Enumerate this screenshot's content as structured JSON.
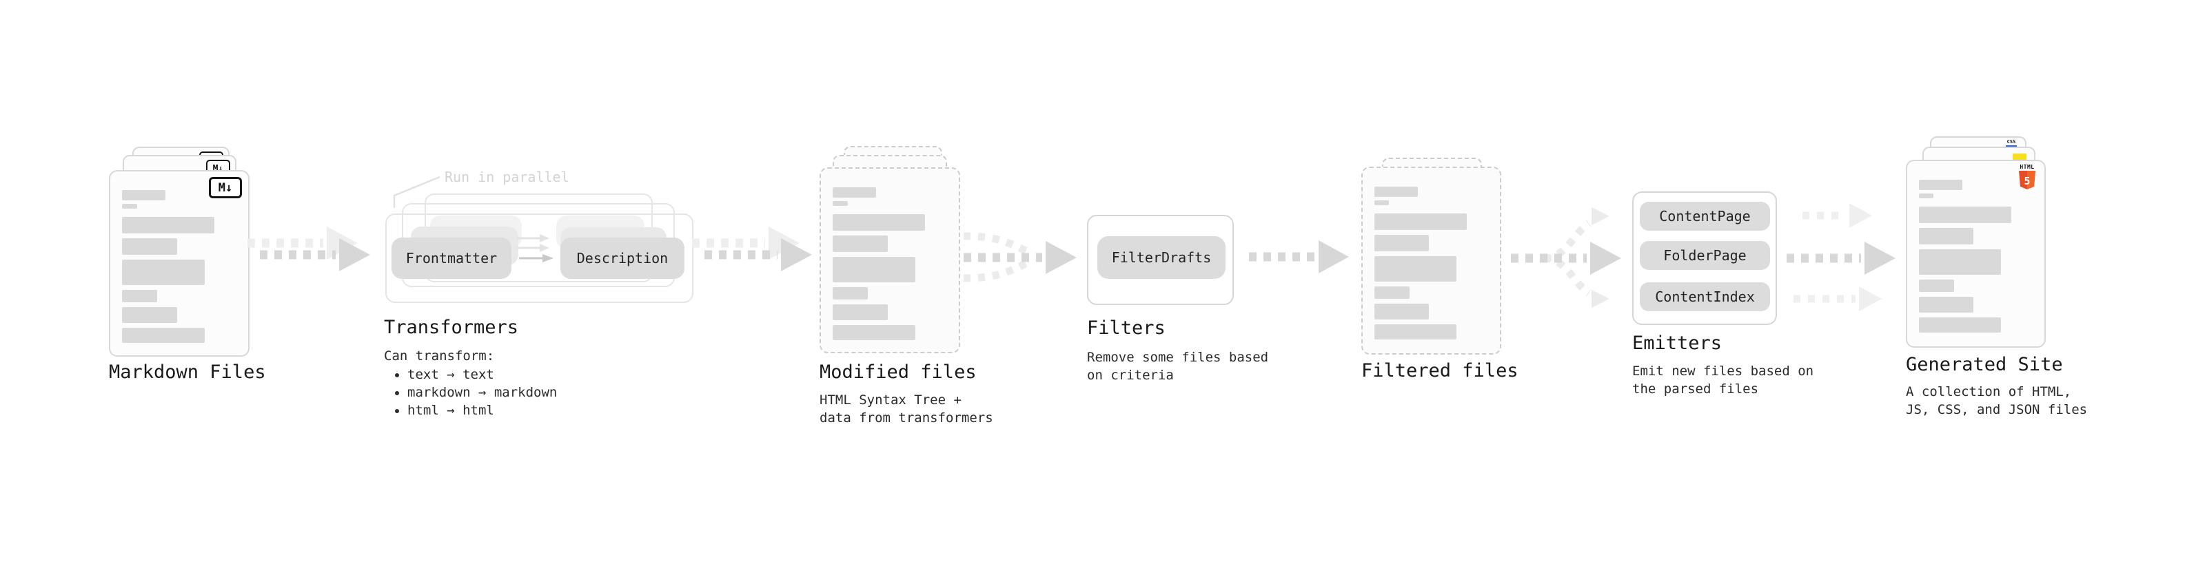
{
  "stages": {
    "markdown": {
      "label": "Markdown Files",
      "badge": "M↓"
    },
    "transformers": {
      "label": "Transformers",
      "note": "Run in parallel",
      "pill_left": "Frontmatter",
      "pill_right": "Description",
      "intro": "Can transform:",
      "bullets": [
        "text → text",
        "markdown → markdown",
        "html → html"
      ]
    },
    "modified": {
      "label": "Modified files",
      "desc": "HTML Syntax Tree +\ndata from transformers"
    },
    "filters": {
      "label": "Filters",
      "pill": "FilterDrafts",
      "desc": "Remove some files based\non criteria"
    },
    "filtered": {
      "label": "Filtered files"
    },
    "emitters": {
      "label": "Emitters",
      "pills": [
        "ContentPage",
        "FolderPage",
        "ContentIndex"
      ],
      "desc": "Emit new files based on\nthe parsed files"
    },
    "generated": {
      "label": "Generated Site",
      "desc": "A collection of HTML,\nJS, CSS, and JSON files",
      "css_badge": "CSS",
      "html_badge": "HTML",
      "html_five": "5"
    }
  },
  "colors": {
    "html_orange": "#e44d26",
    "html_orange_light": "#f16529",
    "js_yellow": "#f7df1e",
    "css_blue": "#2965f1",
    "bar_gray": "#d9d9d9",
    "arrow_gray": "#d7d7d7",
    "arrow_faint": "#eeeeee"
  }
}
